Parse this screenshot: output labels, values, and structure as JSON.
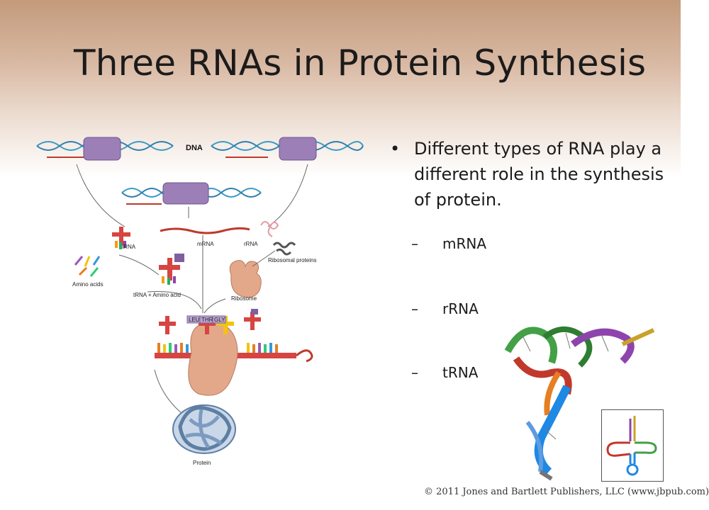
{
  "slide": {
    "title": "Three RNAs in Protein Synthesis",
    "bullet": "Different types of RNA play a different role in the synthesis of protein.",
    "subitems": [
      "mRNA",
      "rRNA",
      "tRNA"
    ],
    "copyright": "© 2011 Jones and Bartlett Publishers, LLC (www.jbpub.com)"
  },
  "diagram": {
    "labels": {
      "dna": "DNA",
      "trna": "tRNA",
      "mrna": "mRNA",
      "rrna": "rRNA",
      "ribosomal_proteins": "Ribosomal proteins",
      "amino_acids": "Amino acids",
      "trna_amino": "tRNA + Amino acid",
      "ribosome": "Ribosome",
      "protein": "Protein",
      "leu": "LEU",
      "thr": "THR",
      "gly": "GLY"
    }
  },
  "colors": {
    "heading_gradient_top": "#c49a7c",
    "text": "#1b1b1b",
    "dna_box": "#9b7fb6",
    "mrna": "#c0392b",
    "ribosome": "#e3a88a",
    "protein": "#9fb8d4"
  }
}
